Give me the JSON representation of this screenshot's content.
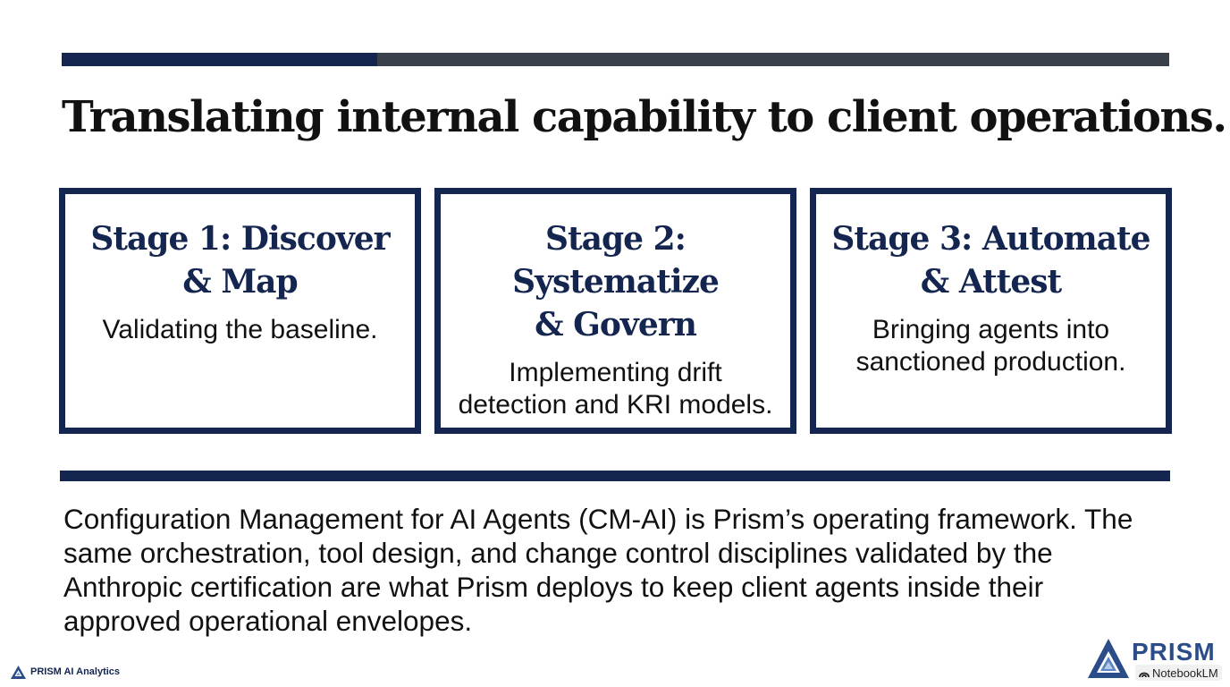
{
  "title": "Translating internal capability to client operations.",
  "stages": [
    {
      "title_line1": "Stage 1: Discover",
      "title_line2": "& Map",
      "desc_line1": "Validating the baseline.",
      "desc_line2": ""
    },
    {
      "title_line1": "Stage 2: Systematize",
      "title_line2": "& Govern",
      "desc_line1": "Implementing drift",
      "desc_line2": "detection and KRI models."
    },
    {
      "title_line1": "Stage 3: Automate",
      "title_line2": "& Attest",
      "desc_line1": "Bringing agents into",
      "desc_line2": "sanctioned production."
    }
  ],
  "body": [
    "Configuration Management for AI Agents (CM-AI) is Prism’s operating framework. The",
    "same orchestration, tool design, and change control disciplines validated by the",
    "Anthropic certification are what Prism deploys to keep client agents inside their",
    "approved operational envelopes."
  ],
  "footer": {
    "brand": "PRISM AI Analytics",
    "icon": "prism-triangle-icon"
  },
  "logo": {
    "wordmark": "PRISM",
    "badge": "NotebookLM",
    "icon": "prism-logo-icon",
    "badge_icon": "notebooklm-icon"
  },
  "colors": {
    "navy": "#14264f",
    "gray_bar": "#3a4049",
    "text": "#111111",
    "logo_blue": "#2a4d8a"
  }
}
